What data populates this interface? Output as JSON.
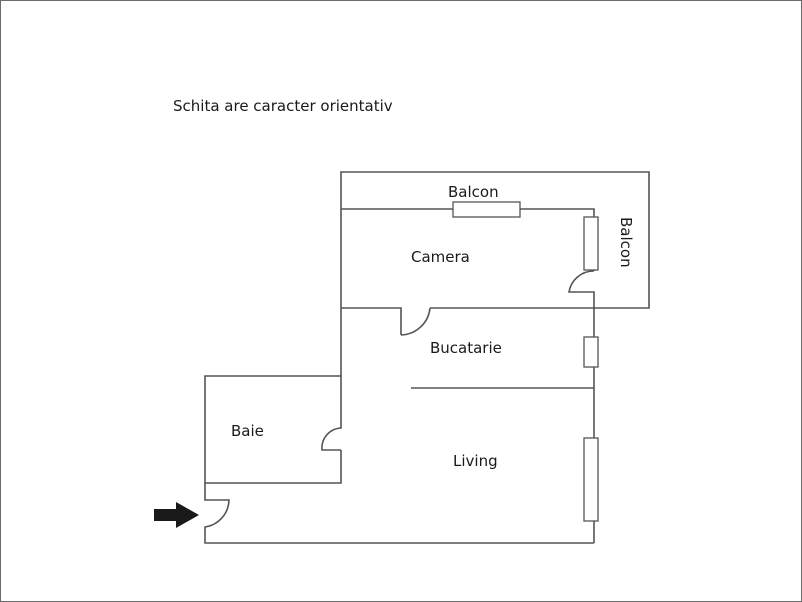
{
  "note": "Schita are caracter orientativ",
  "rooms": {
    "balcon_top": "Balcon",
    "balcon_side": "Balcon",
    "camera": "Camera",
    "bucatarie": "Bucatarie",
    "baie": "Baie",
    "living": "Living"
  },
  "entrance": "entrance-arrow-icon",
  "colors": {
    "wall": "#555555",
    "text": "#1a1a1a",
    "arrow": "#1a1a1a",
    "background": "#ffffff"
  }
}
